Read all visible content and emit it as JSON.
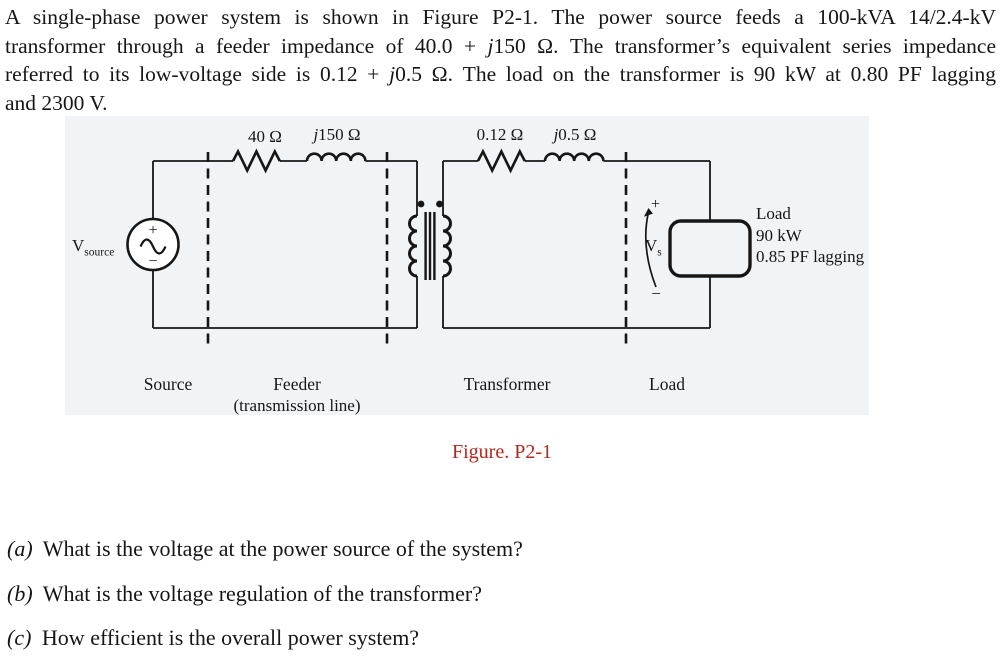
{
  "intro": {
    "lines": [
      [
        "A single-phase power system is shown in Figure P2-1.  The power source feeds a 100-kVA 14/2.4-kV"
      ],
      [
        "transformer through a feeder impedance of 40.0 + ",
        "j",
        "150 Ω.  The transformer’s equivalent series impedance"
      ],
      [
        "referred to its low-voltage side is 0.12 + ",
        "j",
        "0.5 Ω.  The load on the transformer is 90 kW at 0.80 PF lagging"
      ],
      [
        "and 2300 V."
      ]
    ]
  },
  "diagram": {
    "source_label": {
      "v": "V",
      "sub": "source"
    },
    "source_polarity": {
      "plus": "+",
      "minus": "−"
    },
    "feeder_resistor": "40 Ω",
    "feeder_inductor": [
      "",
      "j",
      "150 Ω"
    ],
    "xfmr_resistor": "0.12 Ω",
    "xfmr_inductor": [
      "",
      "j",
      "0.5 Ω"
    ],
    "vs_label": {
      "v": "V",
      "sub": "s",
      "plus": "+",
      "minus": "−"
    },
    "load_info": [
      "Load",
      "90 kW",
      "0.85 PF lagging"
    ],
    "sections": {
      "source": "Source",
      "feeder": "Feeder",
      "feeder_sub": "(transmission line)",
      "transformer": "Transformer",
      "load": "Load"
    }
  },
  "caption": "Figure. P2-1",
  "questions": [
    [
      "",
      "(a)",
      " What is the voltage at the power source of the system?"
    ],
    [
      "",
      "(b)",
      " What is the voltage regulation of the transformer?"
    ],
    [
      "",
      "(c)",
      " How efficient is the overall power system?"
    ]
  ],
  "colors": {
    "ink": "#161616",
    "diagram_bg": "#f0f4f7",
    "caption": "#b5271c"
  }
}
